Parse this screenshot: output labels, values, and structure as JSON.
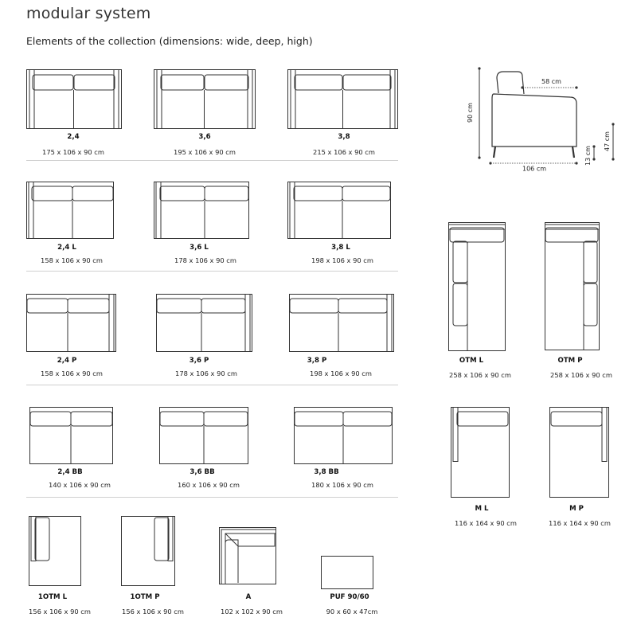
{
  "header": {
    "title": "modular system",
    "subtitle": "Elements of the collection (dimensions: wide, deep, high)"
  },
  "side_view": {
    "back_depth": "58 cm",
    "total_height": "90 cm",
    "total_depth": "106 cm",
    "leg_height": "13 cm",
    "seat_height": "47 cm"
  },
  "elements": [
    {
      "id": "s24",
      "label": "2,4",
      "dims": "175 x 106 x 90 cm"
    },
    {
      "id": "s36",
      "label": "3,6",
      "dims": "195 x 106 x 90 cm"
    },
    {
      "id": "s38",
      "label": "3,8",
      "dims": "215 x 106 x 90 cm"
    },
    {
      "id": "s24l",
      "label": "2,4 L",
      "dims": "158 x 106 x 90 cm"
    },
    {
      "id": "s36l",
      "label": "3,6 L",
      "dims": "178 x 106 x 90 cm"
    },
    {
      "id": "s38l",
      "label": "3,8 L",
      "dims": "198 x 106 x 90 cm"
    },
    {
      "id": "s24p",
      "label": "2,4 P",
      "dims": "158 x 106 x 90 cm"
    },
    {
      "id": "s36p",
      "label": "3,6 P",
      "dims": "178 x 106 x 90 cm"
    },
    {
      "id": "s38p",
      "label": "3,8 P",
      "dims": "198 x 106 x 90 cm"
    },
    {
      "id": "s24bb",
      "label": "2,4 BB",
      "dims": "140 x 106 x 90 cm"
    },
    {
      "id": "s36bb",
      "label": "3,6 BB",
      "dims": "160 x 106 x 90 cm"
    },
    {
      "id": "s38bb",
      "label": "3,8 BB",
      "dims": "180 x 106 x 90 cm"
    },
    {
      "id": "otml",
      "label": "OTM  L",
      "dims": "258 x 106 x 90 cm"
    },
    {
      "id": "otmp",
      "label": "OTM  P",
      "dims": "258 x 106 x 90 cm"
    },
    {
      "id": "ml",
      "label": "M  L",
      "dims": "116 x 164 x 90 cm"
    },
    {
      "id": "mp",
      "label": "M  P",
      "dims": "116 x 164 x 90 cm"
    },
    {
      "id": "o1l",
      "label": "1OTM  L",
      "dims": "156 x 106 x 90 cm"
    },
    {
      "id": "o1p",
      "label": "1OTM  P",
      "dims": "156 x 106 x 90 cm"
    },
    {
      "id": "a",
      "label": "A",
      "dims": "102 x 102 x 90 cm"
    },
    {
      "id": "puf",
      "label": "PUF 90/60",
      "dims": "90 x 60 x 47cm"
    }
  ]
}
